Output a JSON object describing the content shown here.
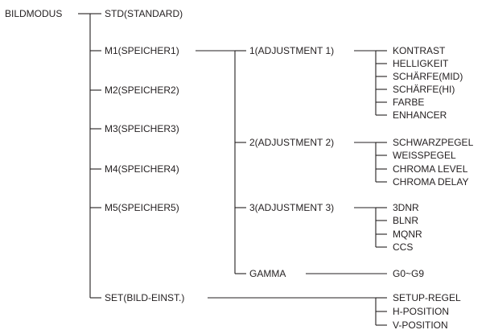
{
  "menu_tree": {
    "root": "BILDMODUS",
    "modes": [
      "STD(STANDARD)",
      "M1(SPEICHER1)",
      "M2(SPEICHER2)",
      "M3(SPEICHER3)",
      "M4(SPEICHER4)",
      "M5(SPEICHER5)",
      "SET(BILD-EINST.)"
    ],
    "adjustments": [
      {
        "label": "1(ADJUSTMENT 1)",
        "items": [
          "KONTRAST",
          "HELLIGKEIT",
          "SCHÄRFE(MID)",
          "SCHÄRFE(HI)",
          "FARBE",
          "ENHANCER"
        ]
      },
      {
        "label": "2(ADJUSTMENT 2)",
        "items": [
          "SCHWARZPEGEL",
          "WEISSPEGEL",
          "CHROMA LEVEL",
          "CHROMA DELAY"
        ]
      },
      {
        "label": "3(ADJUSTMENT 3)",
        "items": [
          "3DNR",
          "BLNR",
          "MQNR",
          "CCS"
        ]
      },
      {
        "label": "GAMMA",
        "items": [
          "G0~G9"
        ]
      }
    ],
    "set_items": [
      "SETUP-REGEL",
      "H-POSITION",
      "V-POSITION"
    ]
  }
}
